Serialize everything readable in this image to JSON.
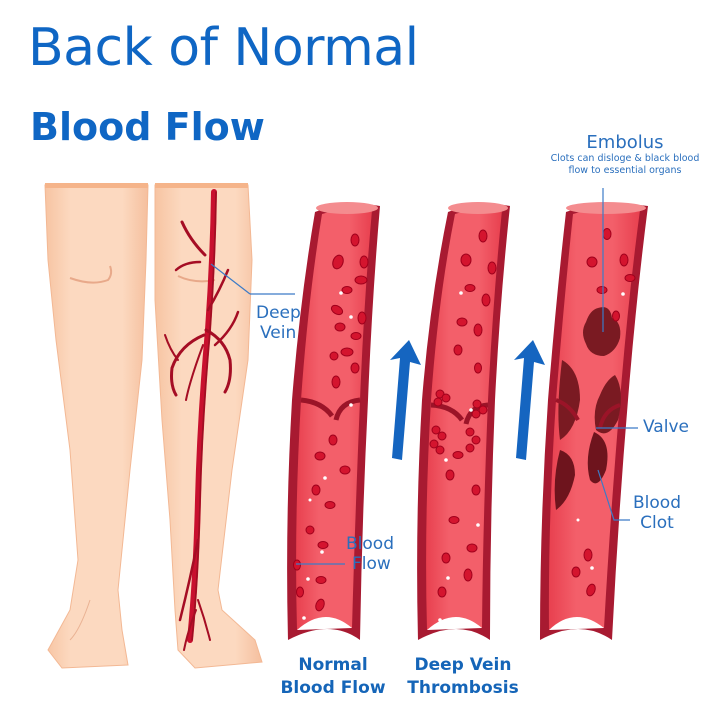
{
  "title": {
    "line1": "Back of Normal",
    "line2": "Blood Flow"
  },
  "labels": {
    "deep_vein": [
      "Deep",
      "Vein"
    ],
    "blood_flow": [
      "Blood",
      "Flow"
    ],
    "embolus_title": "Embolus",
    "embolus_desc": [
      "Clots can disloge & black blood",
      "flow to essential organs"
    ],
    "valve": "Valve",
    "blood_clot": [
      "Blood",
      "Clot"
    ]
  },
  "captions": [
    {
      "line1": "Normal",
      "line2": "Blood Flow"
    },
    {
      "line1": "Deep Vein",
      "line2": "Thrombosis"
    }
  ],
  "icons": {
    "arrow_1": "up-arrow-icon",
    "arrow_2": "up-arrow-icon"
  },
  "colors": {
    "title_blue": "#0f66c4",
    "label_blue": "#2a6fbd",
    "arrow_blue": "#1565c0",
    "skin": "#fcd7bd",
    "skin_shadow": "#f6bf9c",
    "vein_red": "#c8102e",
    "vessel_wall": "#b01c35",
    "vessel_lumen": "#f0515f",
    "clot": "#7a1a22"
  }
}
